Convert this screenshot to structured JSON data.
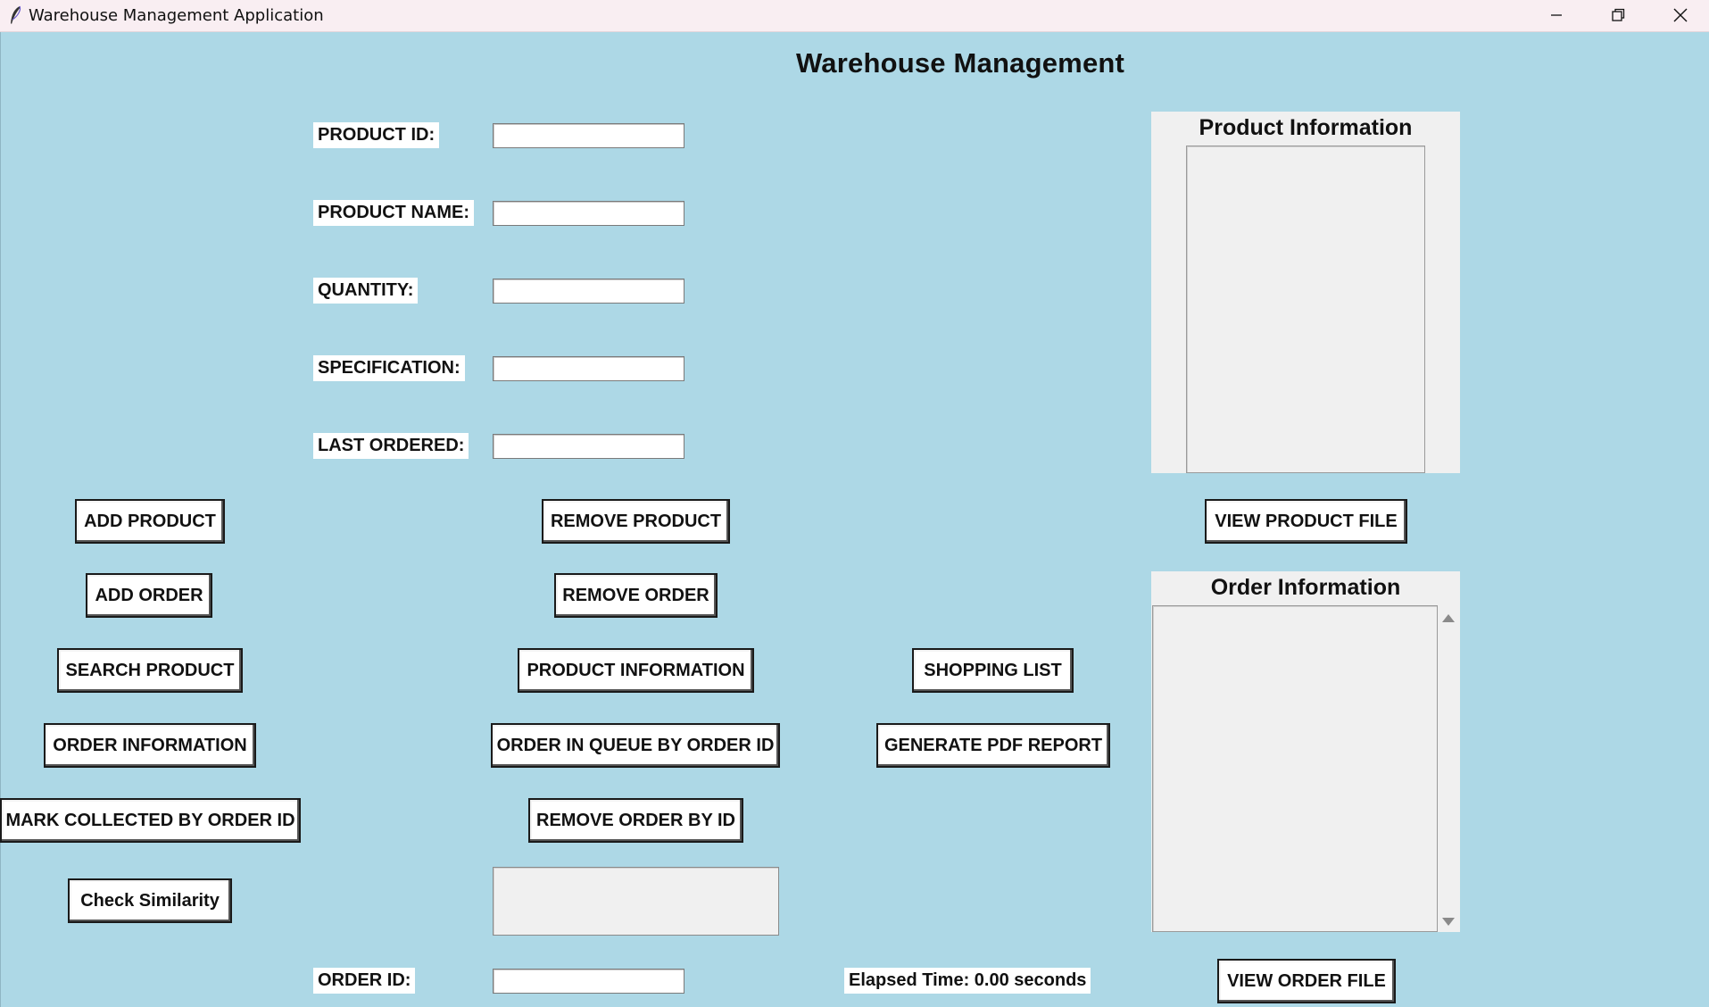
{
  "window": {
    "title": "Warehouse Management Application",
    "controls": [
      "minimize-icon",
      "restore-icon",
      "close-icon"
    ]
  },
  "heading": "Warehouse Management",
  "fields": [
    {
      "label": "PRODUCT ID:",
      "value": ""
    },
    {
      "label": "PRODUCT NAME:",
      "value": ""
    },
    {
      "label": "QUANTITY:",
      "value": ""
    },
    {
      "label": "SPECIFICATION:",
      "value": ""
    },
    {
      "label": "LAST ORDERED:",
      "value": ""
    }
  ],
  "buttons": {
    "add_product": "ADD PRODUCT",
    "remove_product": "REMOVE PRODUCT",
    "view_product_file": "VIEW PRODUCT FILE",
    "add_order": "ADD ORDER",
    "remove_order": "REMOVE ORDER",
    "search_product": "SEARCH PRODUCT",
    "product_information": "PRODUCT INFORMATION",
    "shopping_list": "SHOPPING LIST",
    "order_information": "ORDER INFORMATION",
    "order_in_queue": "ORDER IN QUEUE BY ORDER ID",
    "generate_pdf": "GENERATE PDF REPORT",
    "mark_collected": "MARK COLLECTED BY ORDER ID",
    "remove_order_by_id": "REMOVE ORDER BY ID",
    "check_similarity": "Check Similarity",
    "view_order_file": "VIEW ORDER FILE"
  },
  "panels": {
    "product_info_title": "Product Information",
    "order_info_title": "Order Information"
  },
  "order_id": {
    "label": "ORDER ID:",
    "value": ""
  },
  "elapsed_time": "Elapsed Time: 0.00 seconds",
  "colors": {
    "background": "#add8e6",
    "panel": "#f0f0f0",
    "titlebar": "#f9eef2"
  }
}
